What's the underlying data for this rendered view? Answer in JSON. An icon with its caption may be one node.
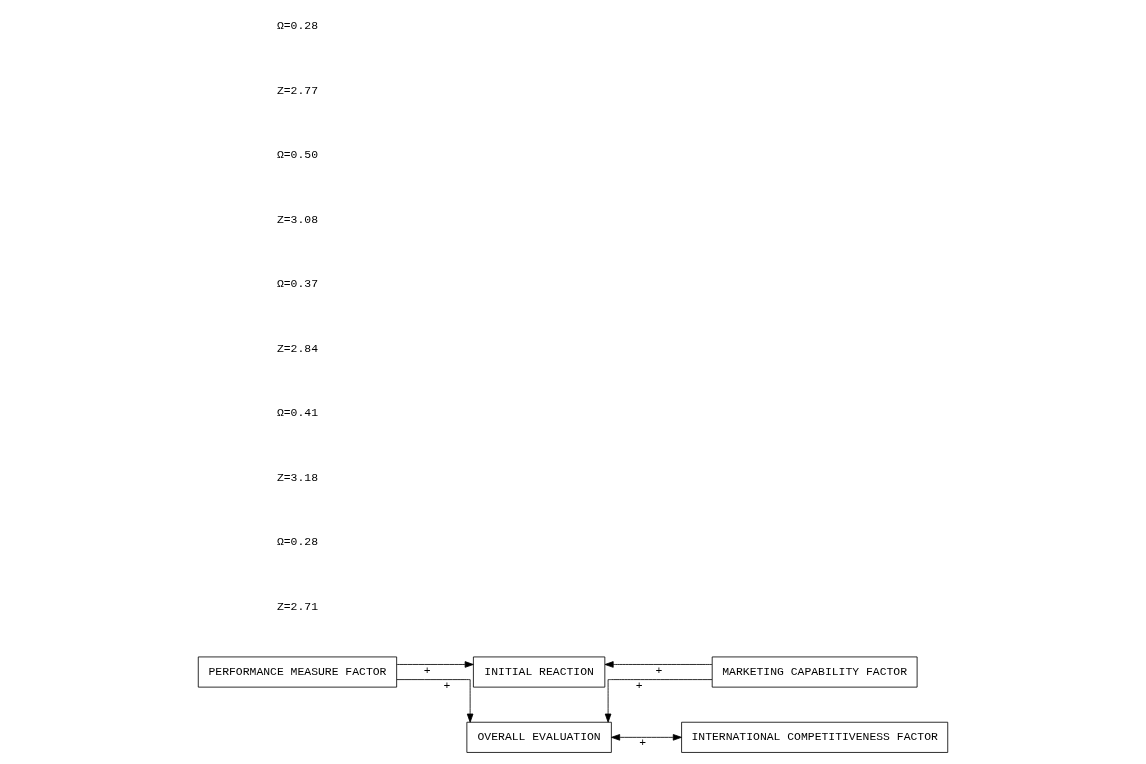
{
  "diagram": {
    "nodes": [
      {
        "text": [
          "INITIAL REACTION"
        ]
      },
      {
        "text": [
          "PERFORMANCE MEASURE FACTOR"
        ]
      },
      {
        "text": [
          "MARKETING CAPABILITY FACTOR"
        ]
      },
      {
        "text": [
          "OVERALL EVALUATION"
        ]
      },
      {
        "text": [
          "INTERNATIONAL COMPETITIVENESS FACTOR"
        ]
      }
    ],
    "edges": [
      {
        "from": 1,
        "to": 0,
        "arrow": "to",
        "label": "+"
      },
      {
        "from": 2,
        "to": 0,
        "arrow": "to",
        "label": "+"
      },
      {
        "from": 1,
        "to": 3,
        "arrow": "to",
        "label": "+"
      },
      {
        "from": 2,
        "to": 3,
        "arrow": "to",
        "label": "+"
      },
      {
        "from": 3,
        "to": 4,
        "arrow": "both",
        "label": "+"
      }
    ],
    "labels": [
      "Ω=0.28",
      "Z=2.71",
      "Ω=0.41",
      "Z=3.18",
      "Ω=0.37",
      "Z=2.84",
      "Ω=0.50",
      "Z=3.08",
      "Ω=0.28",
      "Z=2.77"
    ]
  }
}
